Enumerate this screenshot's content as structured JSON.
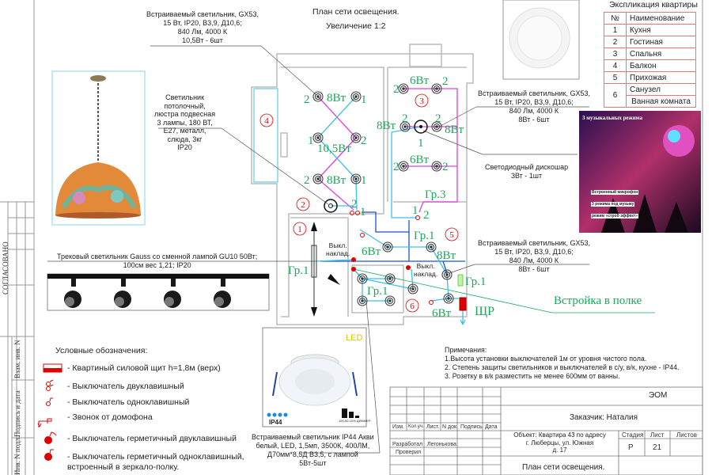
{
  "header": {
    "title": "План сети освещения.",
    "scale": "Увеличение 1:2"
  },
  "explication": {
    "title": "Экспликация квартиры",
    "columns": [
      "№",
      "Наименование"
    ],
    "rows": [
      {
        "n": "1",
        "name": "Кухня"
      },
      {
        "n": "2",
        "name": "Гостиная"
      },
      {
        "n": "3",
        "name": "Спальня"
      },
      {
        "n": "4",
        "name": "Балкон"
      },
      {
        "n": "5",
        "name": "Прихожая"
      },
      {
        "n": "6",
        "name": "Санузел",
        "name2": "Ванная комната"
      }
    ]
  },
  "callouts": {
    "gx53_living": [
      "Встраиваемый светильник, GX53,",
      "15 Вт, IP20, В3,9, Д10,6;",
      "840 Лм, 4000 К",
      "10,5Вт - 6шт"
    ],
    "gx53_bedroom": [
      "Встраиваемый светильник, GX53,",
      "15 Вт, IP20, В3,9, Д10,6;",
      "840 Лм, 4000 К",
      "8Вт - 6шт"
    ],
    "gx53_hall": [
      "Встраиваемый светильник, GX53,",
      "15 Вт, IP20, В3,9, Д10,6;",
      "840 Лм, 4000 К",
      "8Вт - 6шт"
    ],
    "chandelier": [
      "Светильник",
      "потолочный,",
      "люстра подвесная",
      "3 лампы, 180 ВТ,",
      "E27, металл,",
      "слюда, 3кг",
      "IP20"
    ],
    "disco": [
      "Светодиодный дискошар",
      "3Вт - 1шт"
    ],
    "track": [
      "Трековый светильник Gauss со сменной лампой GU10 50Вт;",
      "100см вес 1,21; IP20"
    ],
    "ip44": [
      "Встраиваемый светильник IP44 Акви",
      "белый, LED, 1,5мп, 3500К, 400ЛМ,",
      "Д70мм*8,5Д В3,5, с лампой",
      "5Вт-5шт"
    ],
    "shelf": "Встройка в полке"
  },
  "disco_image": {
    "title": "3 музыкальных режима",
    "lines": [
      "Встроенный микрофон",
      "3 режима под музыку",
      "режим «строб эффект»"
    ]
  },
  "ip44_image": {
    "badge": "LED",
    "ip": "IP44",
    "dimmer": "100-50-10% ДИММЕР"
  },
  "plan": {
    "rooms": [
      "1",
      "2",
      "3",
      "4",
      "5",
      "6"
    ],
    "watts": {
      "w8": "8Вт",
      "w105": "10,5Вт",
      "w6": "6Вт"
    },
    "groups": {
      "g1": "Гр.1",
      "g3": "Гр.3"
    },
    "panel": "ЩР",
    "switch_label": "Выкл. наклад.",
    "switch_label_l1": "Выкл.",
    "switch_label_l2": "наклад.",
    "keys": {
      "k1": "1",
      "k2": "2"
    }
  },
  "legend": {
    "title": "Условные обозначения:",
    "items": [
      "- Квартиный силовой щит h=1,8м (верх)",
      "- Выключатель двуклавишный",
      "- Выключатель одноклавишный",
      "- Звонок от домофона",
      "- Выключатель герметичный двуклавишный",
      "- Выключатель герметичный одноклавишный,",
      "встроенный в зеркало-полку."
    ]
  },
  "notes": {
    "title": "Примечания:",
    "items": [
      "1.Высота установки выключателей 1м от уровня чистого пола.",
      "2. Степень защиты светильников и выключателей в с/у,  в/к, кухне - IP44.",
      "3. Розетку в в/к разместить не менее 600мм от ванны."
    ]
  },
  "stamp": {
    "agreed": "СОГЛАСОВАНО",
    "replace": "Взам. инв. N",
    "sign": "Подпись и дата",
    "inv": "Инв. N подл."
  },
  "title_block": {
    "code": "ЭОМ",
    "customer": "Заказчик: Наталия",
    "cols": [
      "Изм.",
      "Кол.уч.",
      "Лист.",
      "N док.",
      "Подпись",
      "Дата"
    ],
    "developed": "Разработал",
    "developer": "Легонькова",
    "checked": "Проверил",
    "object": [
      "Объект: Квартира 43 по адресу",
      "г. Люберцы, ул. Южная",
      "д. 17"
    ],
    "stage_h": "Стадия",
    "sheet_h": "Лист",
    "sheets_h": "Листов",
    "stage": "Р",
    "sheet": "21",
    "sheets": "",
    "sheet_title": "План сети освещения."
  },
  "colors": {
    "red": "#e00000",
    "green": "#1aa85a",
    "cyan": "#3cc0e8",
    "magenta": "#e040e0",
    "blue": "#2050d0",
    "wall": "#bbbbbb"
  }
}
